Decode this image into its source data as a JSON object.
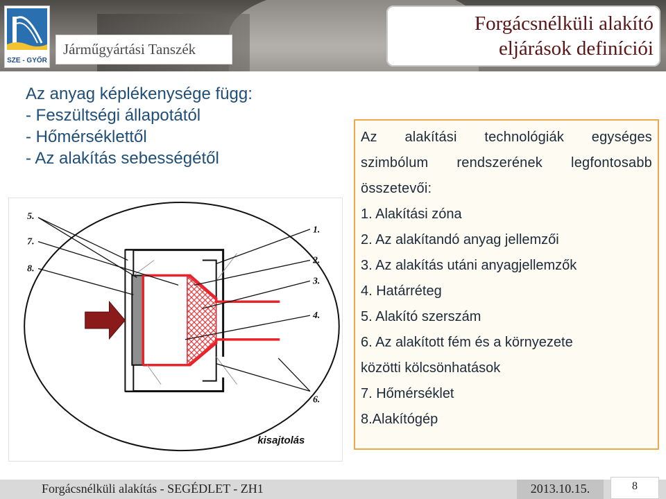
{
  "header": {
    "logo_text": "SZE - GYŐR",
    "department": "Járműgyártási Tanszék",
    "title_line1": "Forgácsnélküli alakító",
    "title_line2": "eljárások definíciói"
  },
  "left": {
    "heading": "Az anyag képlékenysége függ:",
    "items": [
      "- Feszültségi állapotától",
      "- Hőmérséklettől",
      "- Az alakítás sebességétől"
    ]
  },
  "figure": {
    "labels_left": [
      "5.",
      "7.",
      "8."
    ],
    "labels_right": [
      "1.",
      "2.",
      "3.",
      "4.",
      "6."
    ],
    "caption": "kisajtolás"
  },
  "info": {
    "intro_line1": "Az alakítási technológiák egységes",
    "intro_line2": "szimbólum rendszerének legfontosabb",
    "intro_line3": "összetevői:",
    "items": [
      "1. Alakítási zóna",
      "2. Az alakítandó anyag jellemzői",
      "3. Az alakítás utáni anyagjellemzők",
      "4. Határréteg",
      "5. Alakító szerszám",
      "6. Az alakított fém és a környezete",
      "közötti kölcsönhatások",
      "7. Hőmérséklet",
      "8.Alakítógép"
    ]
  },
  "footer": {
    "left": "Forgácsnélküli alakítás - SEGÉDLET - ZH1",
    "date": "2013.10.15.",
    "page": "8"
  },
  "colors": {
    "accent_orange": "#f0a84a",
    "title_red": "#5b1515",
    "text_blue": "#1f4e79",
    "figure_red": "#e8232a"
  }
}
